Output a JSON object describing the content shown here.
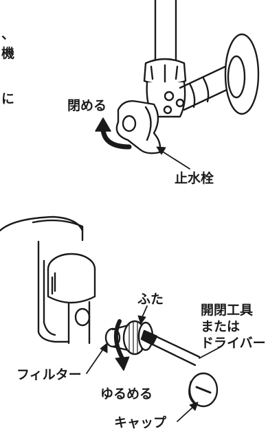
{
  "cut_text": {
    "line1": "、",
    "line2": "機",
    "line3": "に"
  },
  "top": {
    "close_label": "閉める",
    "stop_valve_label": "止水栓"
  },
  "bottom": {
    "cap_label": "ふた",
    "tool_line1": "開閉工具",
    "tool_line2": "または",
    "tool_line3": "ドライバー",
    "filter_label": "フィルター",
    "loosen_label": "ゆるめる",
    "cap2_label": "キャップ"
  },
  "colors": {
    "stroke": "#1a1a1a",
    "fill": "#ffffff"
  }
}
